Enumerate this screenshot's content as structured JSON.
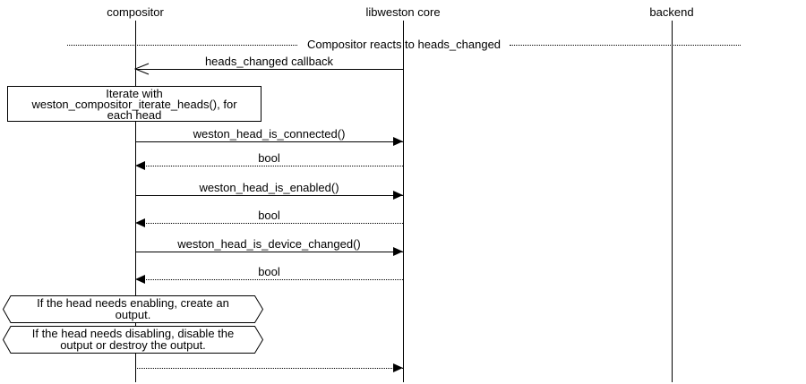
{
  "participants": [
    {
      "name": "compositor"
    },
    {
      "name": "libweston core"
    },
    {
      "name": "backend"
    }
  ],
  "divider": {
    "label": "Compositor reacts to heads_changed"
  },
  "messages": [
    {
      "label": "heads_changed callback",
      "from": "libweston core",
      "to": "compositor",
      "line": "solid",
      "arrowhead": "open"
    },
    {
      "label": "weston_head_is_connected()",
      "from": "compositor",
      "to": "libweston core",
      "line": "solid",
      "arrowhead": "filled"
    },
    {
      "label": "bool",
      "from": "libweston core",
      "to": "compositor",
      "line": "dotted",
      "arrowhead": "filled"
    },
    {
      "label": "weston_head_is_enabled()",
      "from": "compositor",
      "to": "libweston core",
      "line": "solid",
      "arrowhead": "filled"
    },
    {
      "label": "bool",
      "from": "libweston core",
      "to": "compositor",
      "line": "dotted",
      "arrowhead": "filled"
    },
    {
      "label": "weston_head_is_device_changed()",
      "from": "compositor",
      "to": "libweston core",
      "line": "solid",
      "arrowhead": "filled"
    },
    {
      "label": "bool",
      "from": "libweston core",
      "to": "compositor",
      "line": "dotted",
      "arrowhead": "filled"
    },
    {
      "label": "",
      "from": "compositor",
      "to": "libweston core",
      "line": "dotted",
      "arrowhead": "filled"
    }
  ],
  "notes": {
    "iterate": {
      "lines": [
        "Iterate with",
        "weston_compositor_iterate_heads(), for",
        "each head"
      ]
    },
    "enable": {
      "lines": [
        "If the head needs enabling, create an",
        "output."
      ]
    },
    "disable": {
      "lines": [
        "If the head needs disabling, disable the",
        "output or destroy the output."
      ]
    }
  },
  "colors": {
    "foreground": "#000000",
    "background": "#ffffff"
  }
}
